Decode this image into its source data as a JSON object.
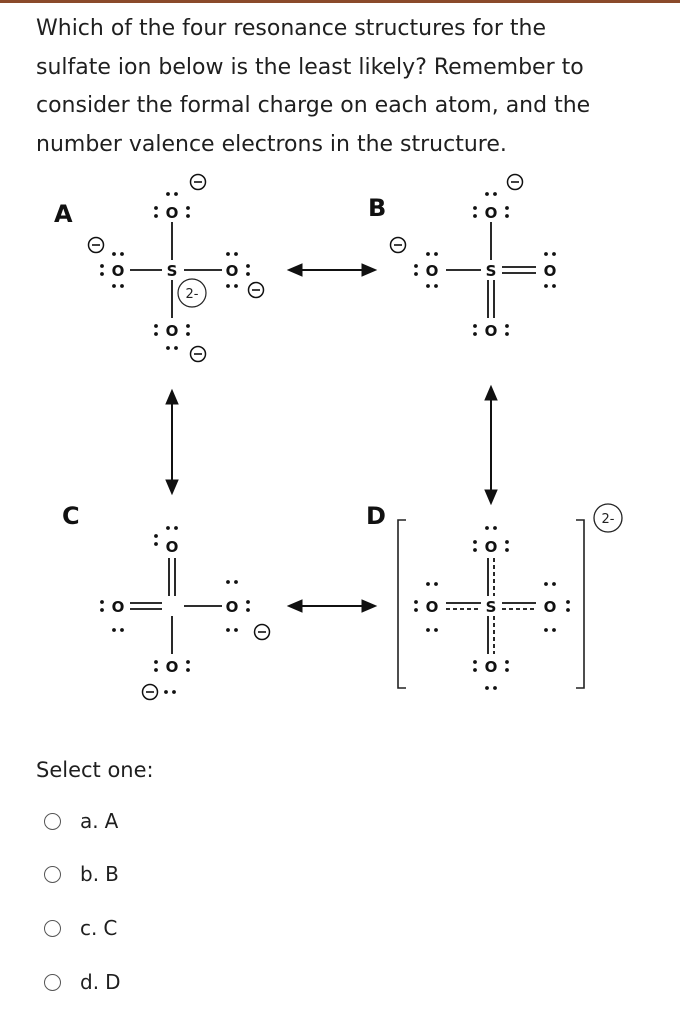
{
  "question": {
    "lines": [
      "Which of the four resonance structures for the",
      "sulfate ion below is the least likely? Remember to",
      "consider the formal charge on each atom, and the",
      "number valence electrons in the structure."
    ]
  },
  "figure": {
    "labels": {
      "a": "A",
      "b": "B",
      "c": "C",
      "d": "D"
    },
    "atom_s": "S",
    "atom_o": "O",
    "charge_text": "2-",
    "minus_sign": "−"
  },
  "select_label": "Select one:",
  "options": [
    {
      "letter": "a.",
      "text": "A"
    },
    {
      "letter": "b.",
      "text": "B"
    },
    {
      "letter": "c.",
      "text": "C"
    },
    {
      "letter": "d.",
      "text": "D"
    }
  ]
}
